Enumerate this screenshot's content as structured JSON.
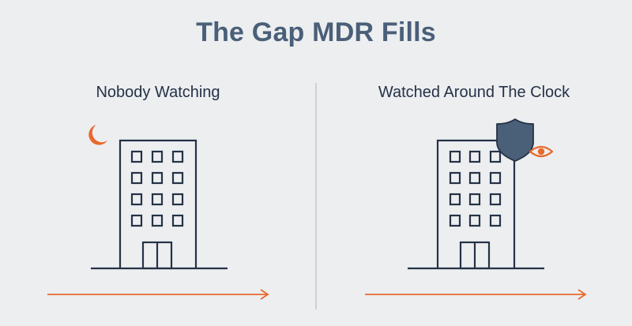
{
  "title": "The Gap MDR Fills",
  "panels": [
    {
      "label": "Nobody Watching"
    },
    {
      "label": "Watched Around The Clock"
    }
  ],
  "colors": {
    "background": "#eceef0",
    "title": "#4a5f78",
    "line": "#253246",
    "accent": "#e8692c",
    "shield": "#4a5f78",
    "divider": "#b9bdc3"
  },
  "icons": {
    "left": [
      "building-icon",
      "moon-icon",
      "timeline-arrow-icon"
    ],
    "right": [
      "building-icon",
      "shield-icon",
      "eye-icon",
      "timeline-arrow-icon"
    ]
  }
}
